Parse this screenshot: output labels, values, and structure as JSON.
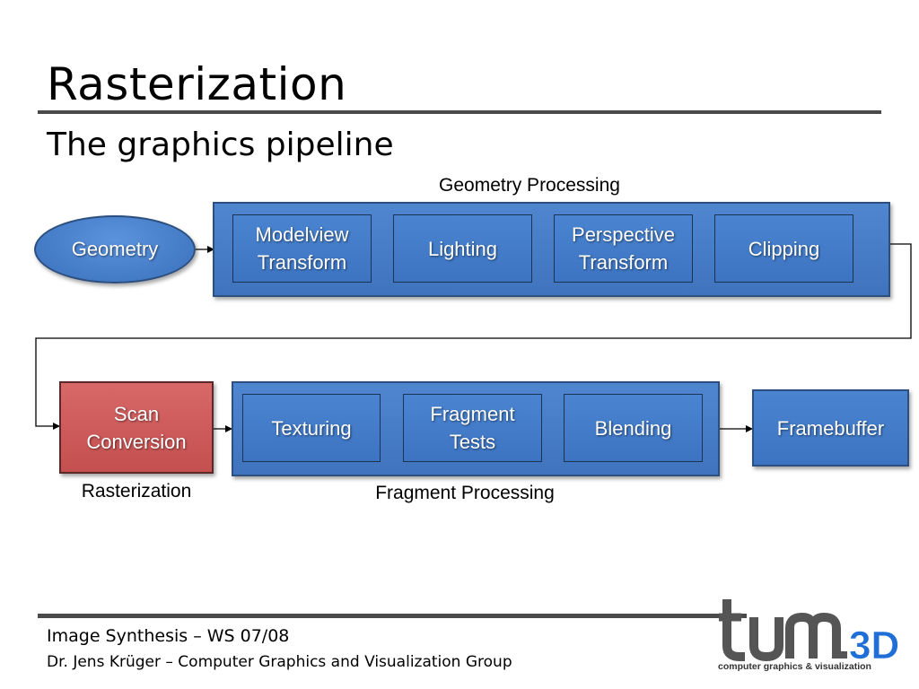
{
  "slide": {
    "title": "Rasterization",
    "subtitle": "The graphics pipeline"
  },
  "pipeline": {
    "input": "Geometry",
    "geometry_group": {
      "label": "Geometry Processing",
      "stages": [
        "Modelview\nTransform",
        "Lighting",
        "Perspective\nTransform",
        "Clipping"
      ]
    },
    "rasterization": {
      "stage": "Scan\nConversion",
      "label": "Rasterization"
    },
    "fragment_group": {
      "label": "Fragment Processing",
      "stages": [
        "Texturing",
        "Fragment\nTests",
        "Blending"
      ]
    },
    "output": "Framebuffer"
  },
  "footer": {
    "course": "Image Synthesis – WS 07/08",
    "author": "Dr. Jens Krüger – Computer Graphics and Visualization Group"
  },
  "logo": {
    "mark": "tum.3D",
    "tagline": "computer graphics & visualization"
  },
  "colors": {
    "stage_blue": "#4a84d0",
    "raster_red": "#d06060",
    "rule_gray": "#4a4a4a",
    "logo_blue": "#1f6fd6"
  }
}
